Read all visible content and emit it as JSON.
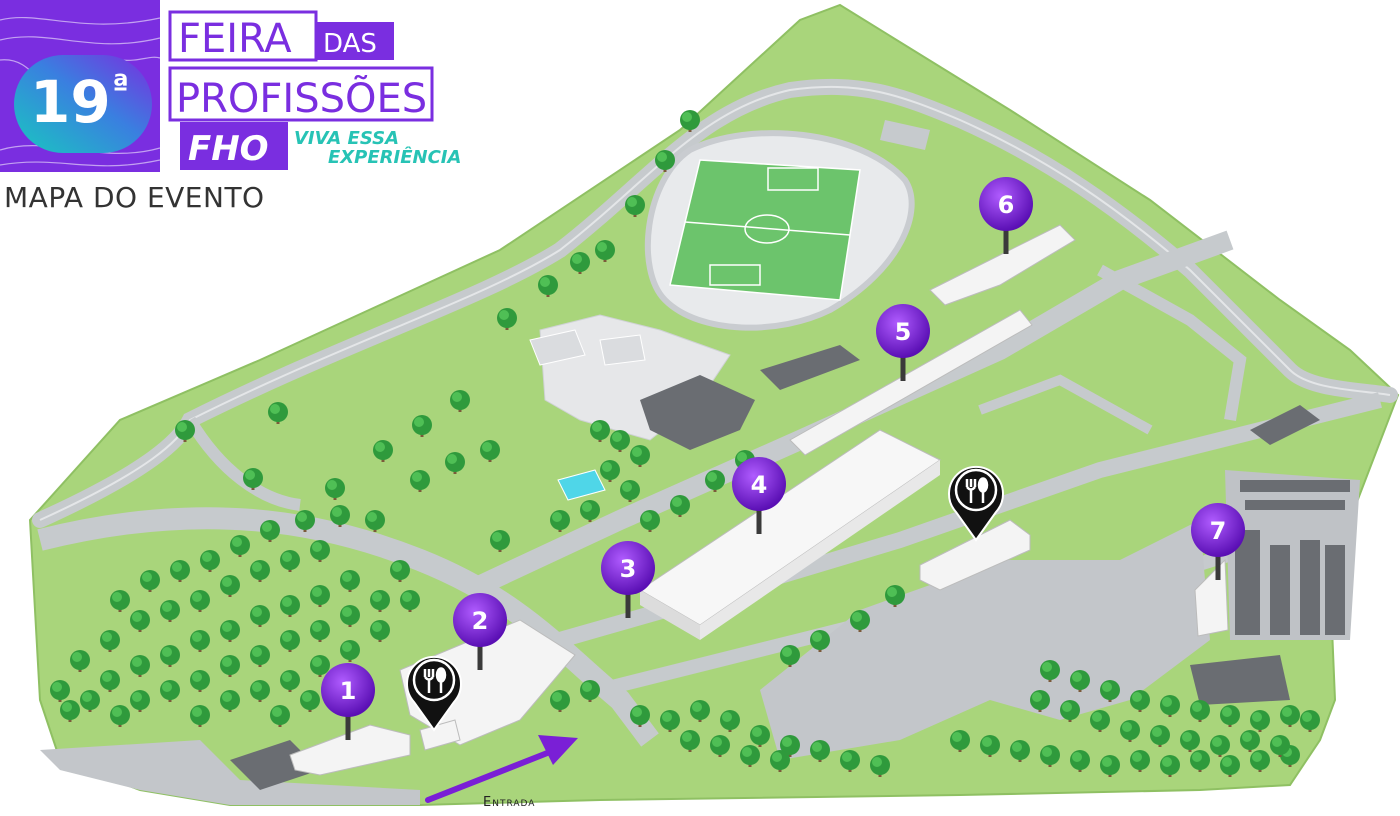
{
  "header": {
    "edition": "19",
    "edition_suffix": "ª",
    "title_line1": "FEIRA",
    "title_das": "DAS",
    "title_line2": "PROFISSÕES",
    "brand": "FHO",
    "tagline_line1": "VIVA ESSA",
    "tagline_line2": "EXPERIÊNCIA",
    "subtitle": "MAPA DO EVENTO"
  },
  "entrance": {
    "label": "Entrada"
  },
  "markers": [
    {
      "label": "1",
      "kind": "building"
    },
    {
      "label": "2",
      "kind": "building"
    },
    {
      "label": "3",
      "kind": "building"
    },
    {
      "label": "4",
      "kind": "building"
    },
    {
      "label": "5",
      "kind": "building"
    },
    {
      "label": "6",
      "kind": "building"
    },
    {
      "label": "7",
      "kind": "building"
    }
  ],
  "food_markers": [
    {
      "icon": "fork-knife-icon"
    },
    {
      "icon": "fork-knife-icon"
    }
  ],
  "colors": {
    "accent_purple": "#7a1fd6",
    "pin_purple_light": "#9a3ff0",
    "grass": "#a8d67a",
    "road": "#c9ccd0",
    "building": "#f2f2f2",
    "dark_roof": "#6a6d72",
    "tree": "#2f9a3c",
    "teal": "#27c3b5",
    "pool": "#4fd6e8",
    "field": "#6cc46c"
  }
}
